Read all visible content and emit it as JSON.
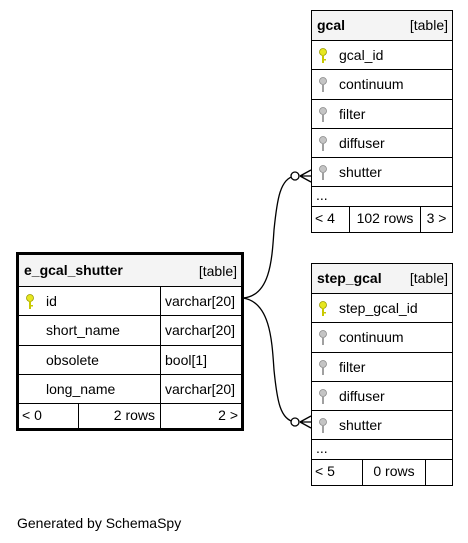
{
  "tables": {
    "gcal": {
      "name": "gcal",
      "kind": "[table]",
      "columns": [
        "gcal_id",
        "continuum",
        "filter",
        "diffuser",
        "shutter"
      ],
      "more": "...",
      "footer": {
        "left": "< 4",
        "middle": "102 rows",
        "right": "3 >"
      }
    },
    "step_gcal": {
      "name": "step_gcal",
      "kind": "[table]",
      "columns": [
        "step_gcal_id",
        "continuum",
        "filter",
        "diffuser",
        "shutter"
      ],
      "more": "...",
      "footer": {
        "left": "< 5",
        "middle": "0 rows"
      }
    },
    "e_gcal_shutter": {
      "name": "e_gcal_shutter",
      "kind": "[table]",
      "columns": [
        {
          "name": "id",
          "type": "varchar[20]"
        },
        {
          "name": "short_name",
          "type": "varchar[20]"
        },
        {
          "name": "obsolete",
          "type": "bool[1]"
        },
        {
          "name": "long_name",
          "type": "varchar[20]"
        }
      ],
      "footer": {
        "left": "< 0",
        "middle": "2 rows",
        "right": "2 >"
      }
    }
  },
  "credit": "Generated by SchemaSpy",
  "colors": {
    "primary_key": "#e6e620",
    "key": "#b0b0b0",
    "header_bg": "#f4f4f4"
  }
}
